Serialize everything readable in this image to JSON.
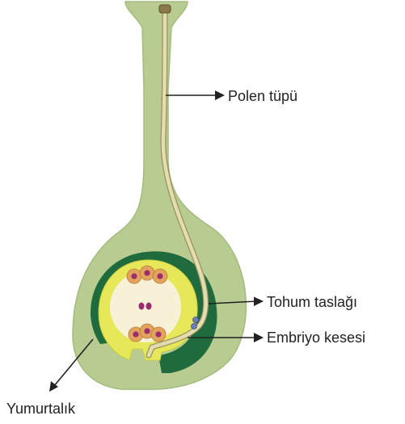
{
  "labels": {
    "pollen_tube": "Polen tüpü",
    "ovule": "Tohum taslağı",
    "embryo_sac": "Embriyo kesesi",
    "ovary": "Yumurtalık"
  },
  "colors": {
    "pistil": "#b8cc92",
    "pistil_edge": "#a3bb7c",
    "integument": "#1f6b3e",
    "ring_yellow": "#e6e85a",
    "embryo_sac_fill": "#f7f1d8",
    "pollen_tube": "#e4ddb0",
    "pollen_tube_edge": "#9a9060",
    "nucleus": "#9b2c6e",
    "cell_orange": "#e2a35c",
    "arrow": "#222222"
  }
}
